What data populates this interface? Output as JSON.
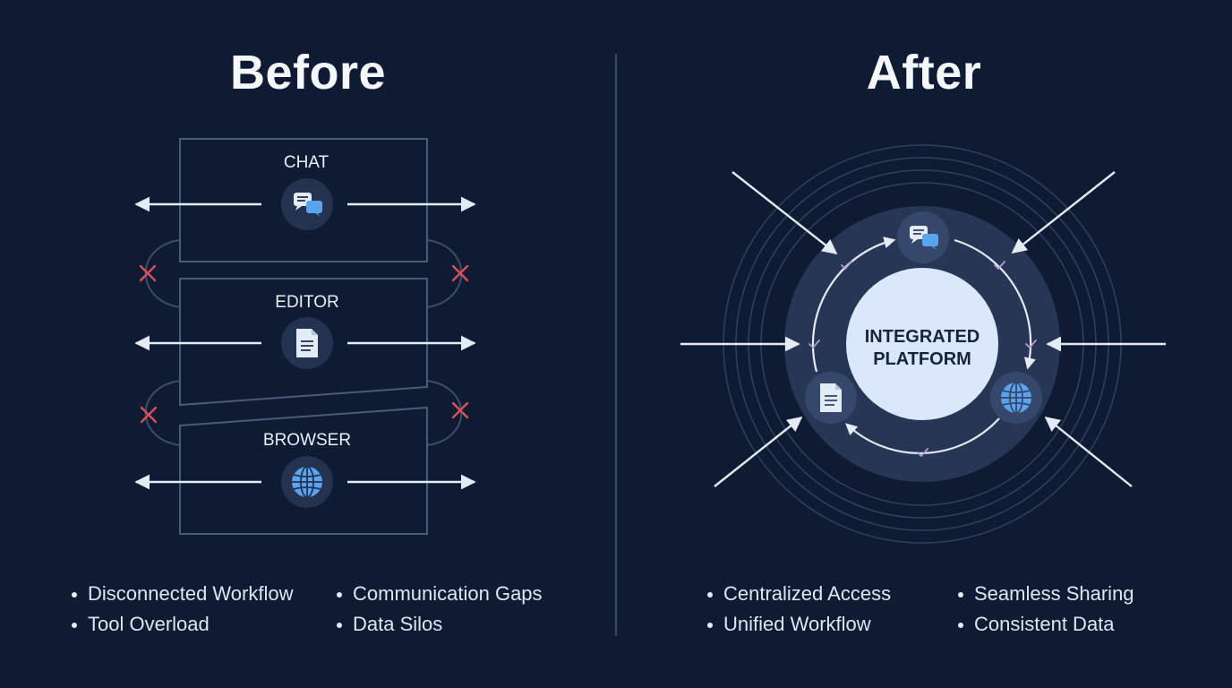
{
  "before": {
    "title": "Before",
    "tools": [
      {
        "label": "CHAT",
        "icon": "chat-icon"
      },
      {
        "label": "EDITOR",
        "icon": "document-icon"
      },
      {
        "label": "BROWSER",
        "icon": "globe-icon"
      }
    ],
    "bullets_col1": [
      "Disconnected Workflow",
      "Tool Overload"
    ],
    "bullets_col2": [
      "Communication Gaps",
      "Data Silos"
    ]
  },
  "after": {
    "title": "After",
    "hub_label_line1": "INTEGRATED",
    "hub_label_line2": "PLATFORM",
    "nodes": [
      {
        "icon": "chat-icon"
      },
      {
        "icon": "document-icon"
      },
      {
        "icon": "globe-icon"
      }
    ],
    "bullets_col1": [
      "Centralized Access",
      "Unified Workflow"
    ],
    "bullets_col2": [
      "Seamless Sharing",
      "Consistent Data"
    ]
  },
  "colors": {
    "background": "#0f1b33",
    "broken_link": "#d8505a",
    "icon_blue": "#5aa4ef",
    "hub_fill": "#dbe8fb",
    "check": "#b29ad6"
  }
}
